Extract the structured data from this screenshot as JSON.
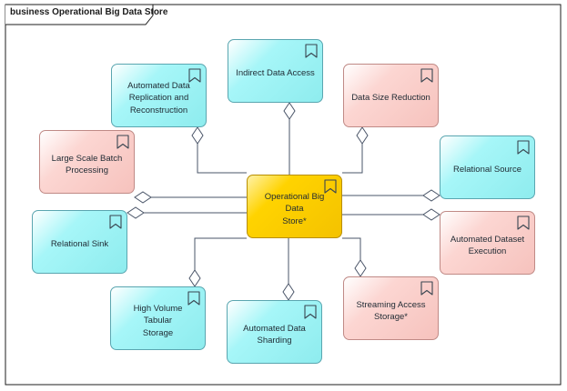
{
  "diagram": {
    "frame_label": "business Operational Big Data Store",
    "center": {
      "id": "center",
      "label": "Operational Big Data\nStore*",
      "style": "gold"
    },
    "nodes": [
      {
        "id": "indirect",
        "label": "Indirect Data Access",
        "style": "cyan"
      },
      {
        "id": "replication",
        "label": "Automated Data\nReplication and\nReconstruction",
        "style": "cyan"
      },
      {
        "id": "reduction",
        "label": "Data Size Reduction",
        "style": "pink"
      },
      {
        "id": "batch",
        "label": "Large Scale Batch\nProcessing",
        "style": "pink"
      },
      {
        "id": "relsource",
        "label": "Relational Source",
        "style": "cyan"
      },
      {
        "id": "relsink",
        "label": "Relational Sink",
        "style": "cyan"
      },
      {
        "id": "dataset",
        "label": "Automated Dataset\nExecution",
        "style": "pink"
      },
      {
        "id": "tabular",
        "label": "High Volume Tabular\nStorage",
        "style": "cyan"
      },
      {
        "id": "sharding",
        "label": "Automated Data\nSharding",
        "style": "cyan"
      },
      {
        "id": "streaming",
        "label": "Streaming Access\nStorage*",
        "style": "pink"
      }
    ],
    "edges": [
      {
        "from": "indirect",
        "to": "center",
        "type": "aggregation"
      },
      {
        "from": "replication",
        "to": "center",
        "type": "aggregation"
      },
      {
        "from": "reduction",
        "to": "center",
        "type": "aggregation"
      },
      {
        "from": "batch",
        "to": "center",
        "type": "aggregation"
      },
      {
        "from": "relsource",
        "to": "center",
        "type": "aggregation"
      },
      {
        "from": "relsink",
        "to": "center",
        "type": "aggregation"
      },
      {
        "from": "dataset",
        "to": "center",
        "type": "aggregation"
      },
      {
        "from": "tabular",
        "to": "center",
        "type": "aggregation"
      },
      {
        "from": "sharding",
        "to": "center",
        "type": "aggregation"
      },
      {
        "from": "streaming",
        "to": "center",
        "type": "aggregation"
      }
    ],
    "colors": {
      "cyan_fill": "#9ff2f4",
      "pink_fill": "#f9ccc8",
      "gold_fill": "#ffd300",
      "line": "#4a5568"
    },
    "icon": "archimate-business-object-icon"
  }
}
